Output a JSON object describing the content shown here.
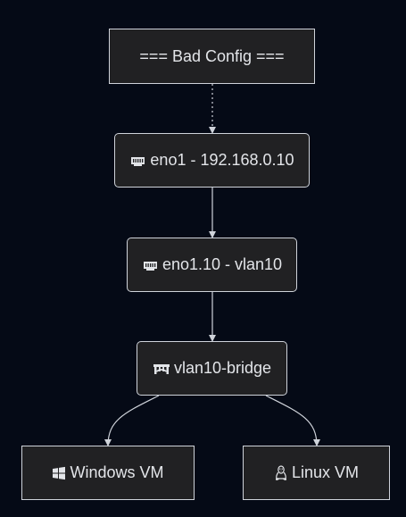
{
  "diagram": {
    "nodes": {
      "bad_config": {
        "label": "=== Bad Config ===",
        "shape": "rectangle"
      },
      "eno1": {
        "label": "eno1 - 192.168.0.10",
        "icon": "ethernet-icon",
        "shape": "rounded"
      },
      "eno1_vlan": {
        "label": "eno1.10 - vlan10",
        "icon": "ethernet-icon",
        "shape": "rounded"
      },
      "bridge": {
        "label": "vlan10-bridge",
        "icon": "bridge-icon",
        "shape": "rounded"
      },
      "windows_vm": {
        "label": "Windows VM",
        "icon": "windows-icon",
        "shape": "rectangle"
      },
      "linux_vm": {
        "label": "Linux VM",
        "icon": "linux-icon",
        "shape": "rectangle"
      }
    },
    "edges": [
      {
        "from": "bad_config",
        "to": "eno1",
        "style": "dotted"
      },
      {
        "from": "eno1",
        "to": "eno1_vlan",
        "style": "solid"
      },
      {
        "from": "eno1_vlan",
        "to": "bridge",
        "style": "solid"
      },
      {
        "from": "bridge",
        "to": "windows_vm",
        "style": "solid"
      },
      {
        "from": "bridge",
        "to": "linux_vm",
        "style": "solid"
      }
    ],
    "colors": {
      "background": "#050a16",
      "node_fill": "#212123",
      "node_border": "#cfd3da",
      "edge": "#cfd3da",
      "text": "#e3e5e9"
    }
  }
}
